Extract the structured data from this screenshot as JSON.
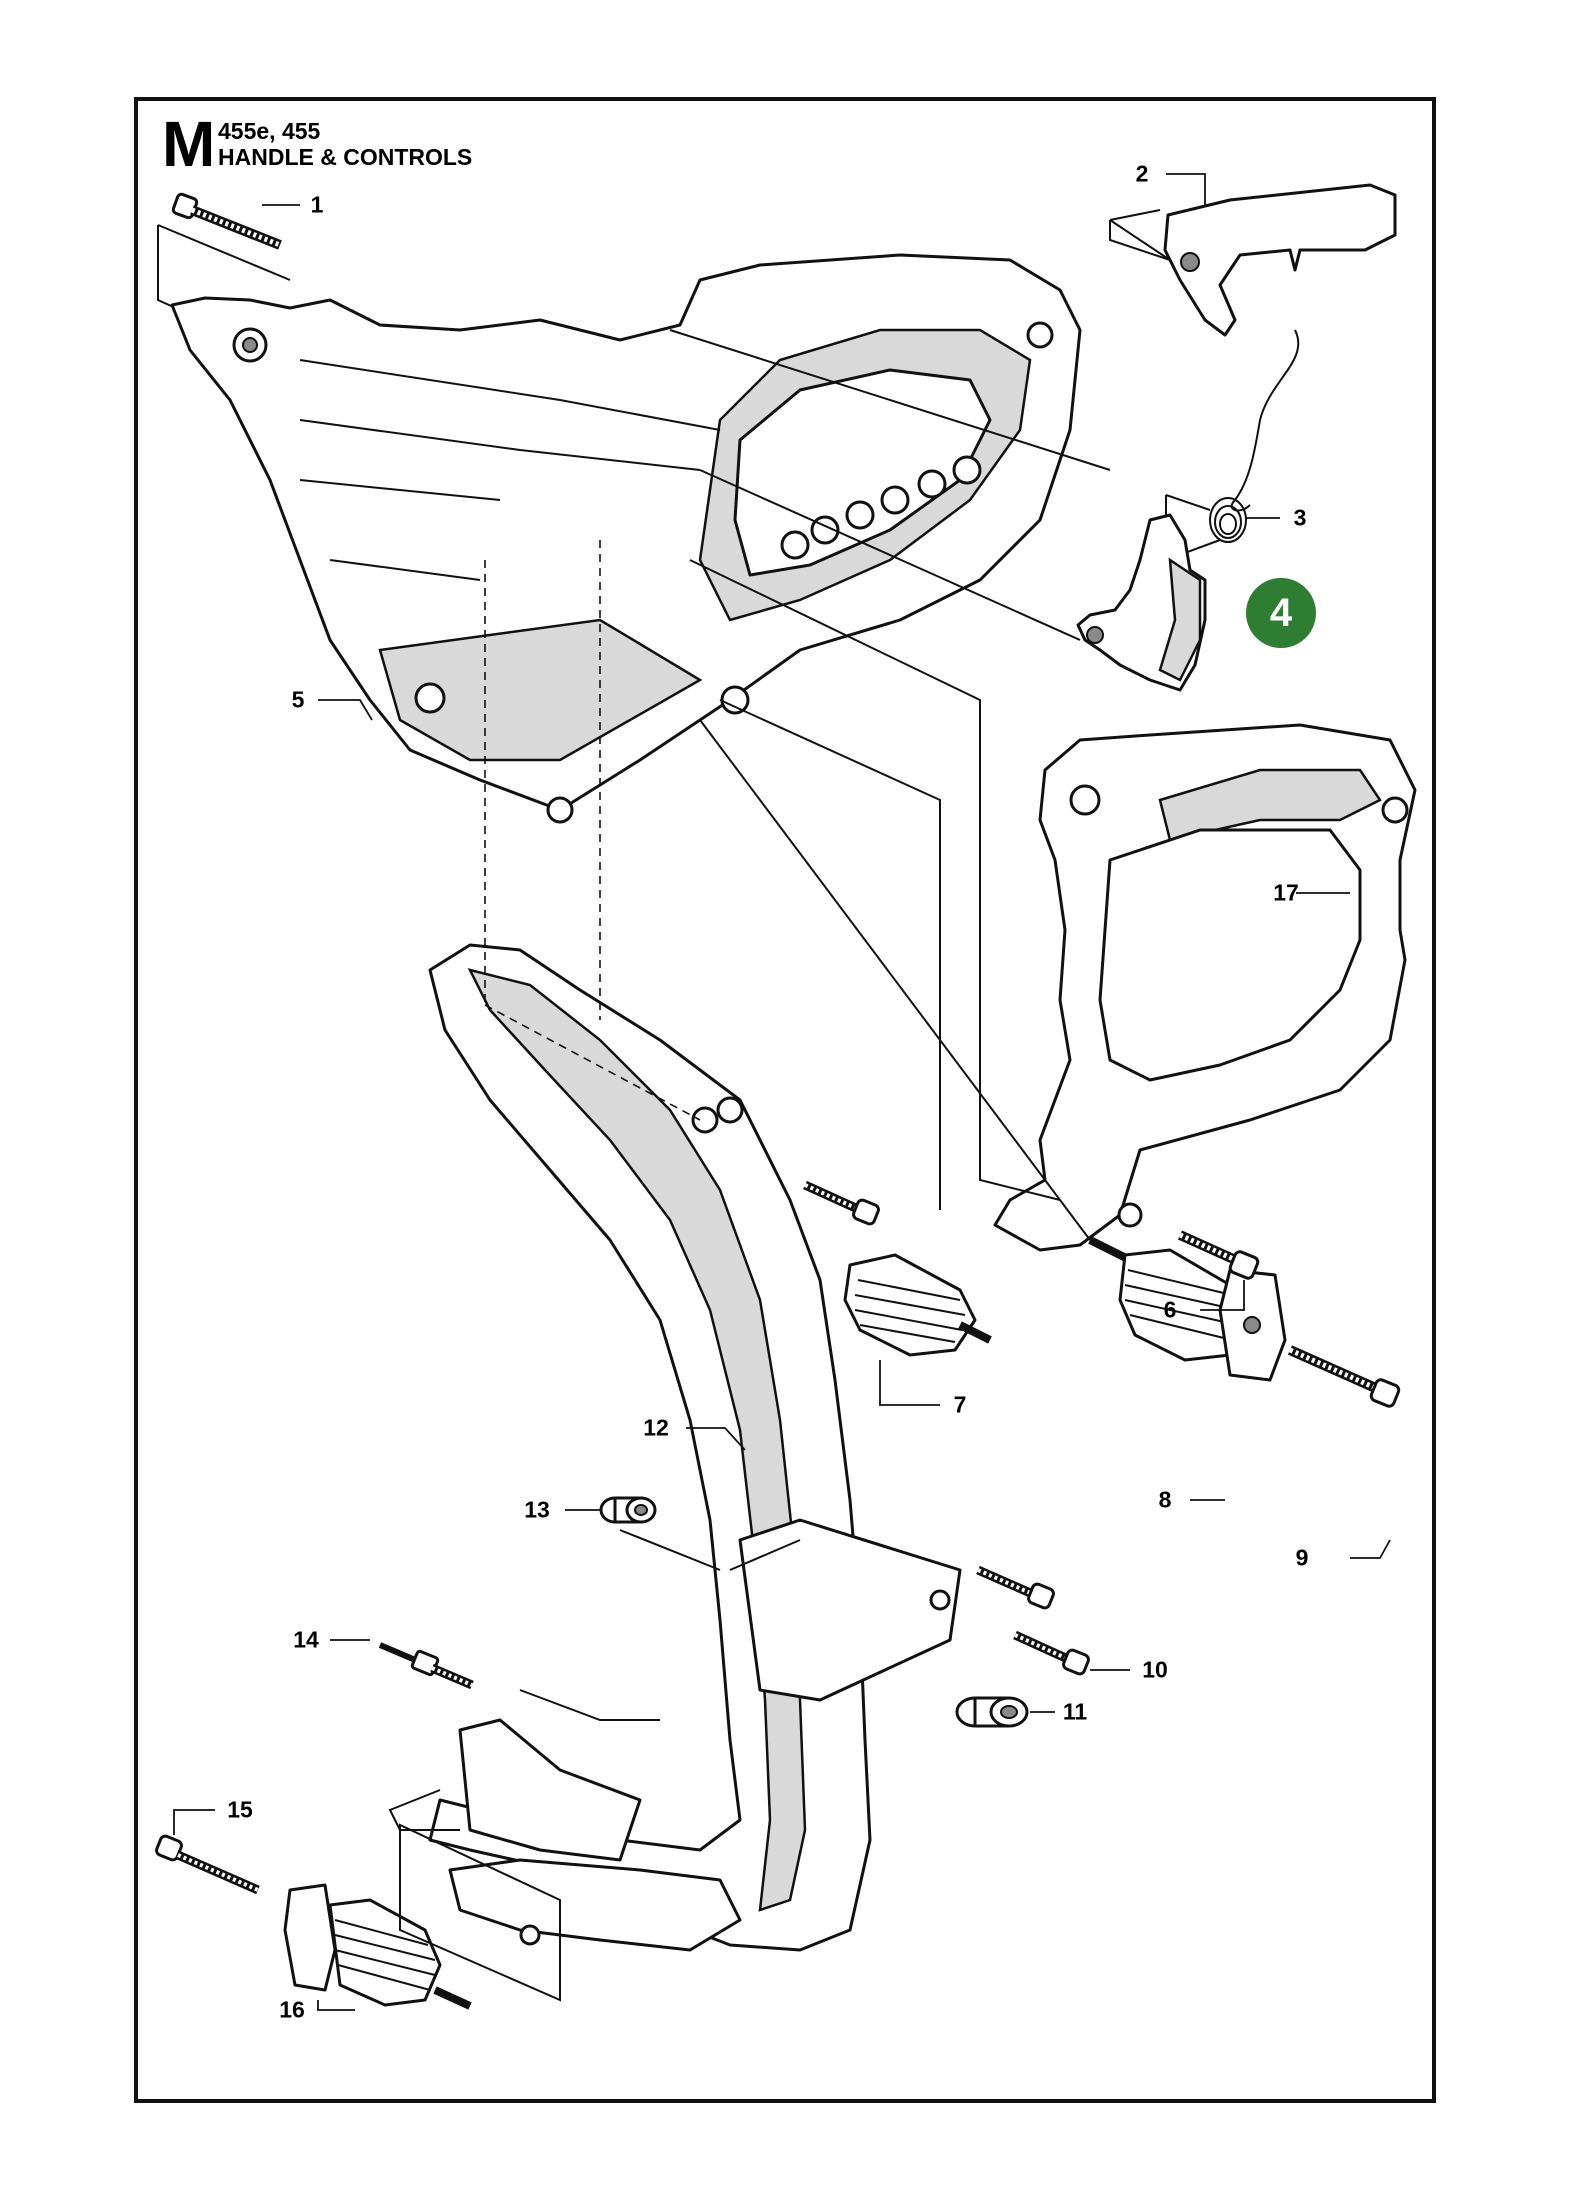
{
  "header": {
    "section_letter": "M",
    "models": "455e, 455",
    "title": "HANDLE & CONTROLS"
  },
  "highlight": {
    "part_number": "4",
    "color": "#2e7d32"
  },
  "callouts": [
    "1",
    "2",
    "3",
    "5",
    "6",
    "7",
    "8",
    "9",
    "10",
    "11",
    "12",
    "13",
    "14",
    "15",
    "16",
    "17"
  ],
  "colors": {
    "frame": "#111111",
    "part_fill": "#ffffff",
    "part_shade": "#d9d9d9"
  }
}
